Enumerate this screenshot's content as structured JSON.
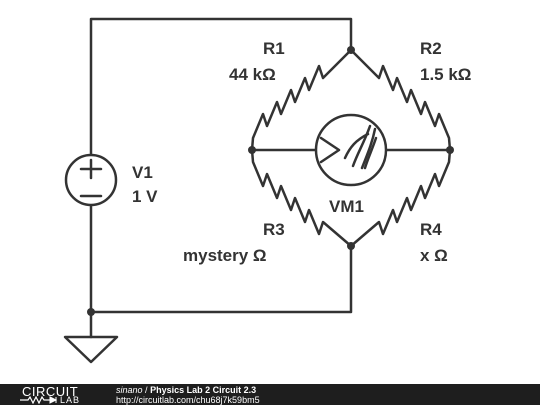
{
  "circuit": {
    "components": [
      {
        "id": "V1",
        "name": "V1",
        "value": "1 V"
      },
      {
        "id": "R1",
        "name": "R1",
        "value": "44 kΩ"
      },
      {
        "id": "R2",
        "name": "R2",
        "value": "1.5 kΩ"
      },
      {
        "id": "R3",
        "name": "R3",
        "value": "mystery Ω"
      },
      {
        "id": "R4",
        "name": "R4",
        "value": "x Ω"
      },
      {
        "id": "VM1",
        "name": "VM1",
        "value": ""
      }
    ]
  },
  "footer": {
    "logo_text_1": "CIRCUIT",
    "logo_text_2": "LAB",
    "author": "sinano",
    "separator": "/",
    "title": "Physics Lab 2 Circuit 2.3",
    "url": "http://circuitlab.com/chu68j7k59bm5"
  },
  "colors": {
    "wire": "#333333",
    "footer_bg": "#1e1e1e",
    "footer_text": "#ffffff"
  }
}
